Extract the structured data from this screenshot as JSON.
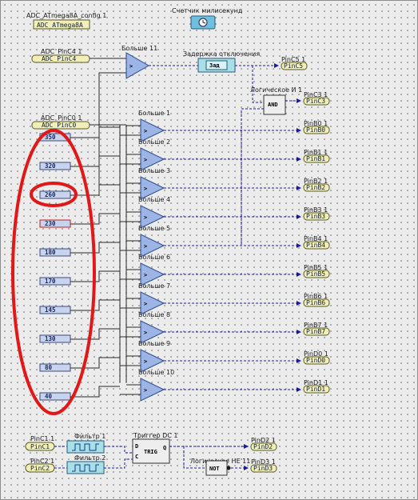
{
  "header": {
    "config_title": "ADC_ATmega8A_config 1",
    "config_chip": "ADC_ATmega8A",
    "timer_title": "Счетчик милисекунд"
  },
  "inputs": {
    "adc_c4": {
      "title": "ADC_PinC4 1",
      "pin": "ADC_PinC4"
    },
    "adc_c0": {
      "title": "ADC_PinC0 1",
      "pin": "ADC_PinC0"
    },
    "pin_c1": {
      "title": "PinC1 1",
      "pin": "PinC1"
    },
    "pin_c2": {
      "title": "PinC2 1",
      "pin": "PinC2"
    }
  },
  "blocks": {
    "comp11_title": "Больше 11",
    "delay_title": "Задержка отключения",
    "delay_label": "Зад",
    "and_title": "Логическое И 1",
    "and_label": "AND",
    "filter1_title": "Фильтр 1",
    "filter2_title": "Фильтр 2",
    "trig_title": "Триггер DC 1",
    "trig_label": "TRIG",
    "trig_d": "D",
    "trig_c": "C",
    "trig_q": "Q",
    "not_title": "Логическое НЕ 11",
    "not_label": "NOT",
    "comp_symbol": ">"
  },
  "comparators": [
    "Больше 1",
    "Больше 2",
    "Больше 3",
    "Больше 4",
    "Больше 5",
    "Больше 6",
    "Больше 7",
    "Больше 8",
    "Больше 9",
    "Больше 10"
  ],
  "constants": [
    "350",
    "320",
    "260",
    "230",
    "180",
    "170",
    "145",
    "130",
    "80",
    "40"
  ],
  "outputs": [
    {
      "title": "PinC5 1",
      "pin": "PinC5"
    },
    {
      "title": "PinC3 1",
      "pin": "PinC3"
    },
    {
      "title": "PinB0 1",
      "pin": "PinB0"
    },
    {
      "title": "PinB1 1",
      "pin": "PinB1"
    },
    {
      "title": "PinB2 1",
      "pin": "PinB2"
    },
    {
      "title": "PinB3 1",
      "pin": "PinB3"
    },
    {
      "title": "PinB4 1",
      "pin": "PinB4"
    },
    {
      "title": "PinB5 1",
      "pin": "PinB5"
    },
    {
      "title": "PinB6 1",
      "pin": "PinB6"
    },
    {
      "title": "PinB7 1",
      "pin": "PinB7"
    },
    {
      "title": "PinD0 1",
      "pin": "PinD0"
    },
    {
      "title": "PinD1 1",
      "pin": "PinD1"
    },
    {
      "title": "PinD2 1",
      "pin": "PinD2"
    },
    {
      "title": "PinD3 1",
      "pin": "PinD3"
    }
  ],
  "colors": {
    "wire": "#2a2a2a",
    "signal_wire": "#1a1aa0",
    "comparator_fill": "#9db4e6",
    "pin_fill": "#f2eeb8",
    "annotation": "#e01818"
  }
}
